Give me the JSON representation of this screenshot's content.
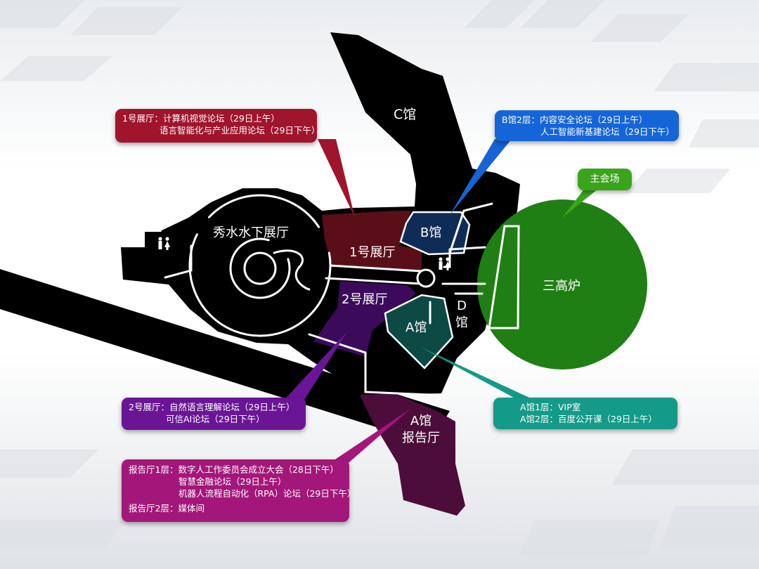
{
  "areas": {
    "c_hall": "C馆",
    "xiushui": "秀水水下展厅",
    "hall1": "1号展厅",
    "b_hall": "B馆",
    "hall2": "2号展厅",
    "a_hall": "A馆",
    "d_hall_line1": "D",
    "d_hall_line2": "馆",
    "sangaolu": "三高炉",
    "a_report_line1": "A馆",
    "a_report_line2": "报告厅"
  },
  "callouts": {
    "hall1": {
      "line1": "1号展厅：计算机视觉论坛（29日上午）",
      "line2": "语言智能化与产业应用论坛（29日下午）",
      "color": "#a0142c"
    },
    "b_hall": {
      "line1": "B馆2层：内容安全论坛（29日上午）",
      "line2": "人工智能新基建论坛（29日下午）",
      "color": "#1565d8"
    },
    "main": {
      "label": "主会场",
      "color": "#3aa51c"
    },
    "hall2": {
      "line1": "2号展厅：自然语言理解论坛（29日上午）",
      "line2": "可信AI论坛（29日下午）",
      "color": "#6a1596"
    },
    "a_hall": {
      "line1": "A馆1层：VIP室",
      "line2": "A馆2层：百度公开课（29日上午）",
      "color": "#149a88"
    },
    "report": {
      "line1": "报告厅1层：数字人工作委员会成立大会（28日下午）",
      "line2": "智慧金融论坛（29日上午）",
      "line3": "机器人流程自动化（RPA）论坛（29日下午）",
      "line4": "报告厅2层：媒体间",
      "color": "#a4177a"
    }
  },
  "icons": [
    "restroom-icon",
    "restroom-icon"
  ]
}
